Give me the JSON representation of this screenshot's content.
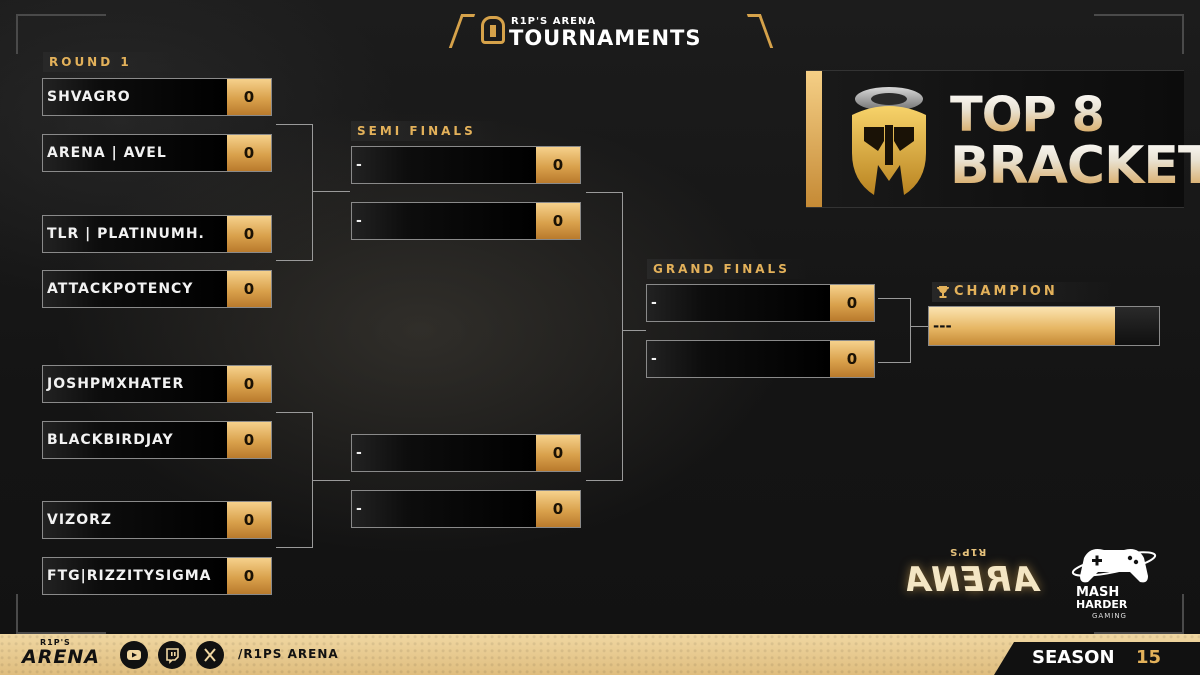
{
  "header": {
    "sub": "R1P'S ARENA",
    "title": "TOURNAMENTS"
  },
  "rounds": {
    "round1": "ROUND 1",
    "semis": "SEMI FINALS",
    "grand": "GRAND FINALS",
    "champion": "CHAMPION"
  },
  "round1": [
    {
      "name": "SHVAGRO",
      "score": "0"
    },
    {
      "name": "ARENA | AVEL",
      "score": "0"
    },
    {
      "name": "TLR | PLATINUMH.",
      "score": "0"
    },
    {
      "name": "ATTACKPOTENCY",
      "score": "0"
    },
    {
      "name": "JOSHPMXHATER",
      "score": "0"
    },
    {
      "name": "BLACKBIRDJAY",
      "score": "0"
    },
    {
      "name": "VIZORZ",
      "score": "0"
    },
    {
      "name": "FTG|RIZZITYSIGMA",
      "score": "0"
    }
  ],
  "semis": [
    {
      "name": "-",
      "score": "0"
    },
    {
      "name": "-",
      "score": "0"
    },
    {
      "name": "-",
      "score": "0"
    },
    {
      "name": "-",
      "score": "0"
    }
  ],
  "grand": [
    {
      "name": "-",
      "score": "0"
    },
    {
      "name": "-",
      "score": "0"
    }
  ],
  "champion": {
    "name": "---"
  },
  "top8": {
    "line1": "TOP 8",
    "line2": "BRACKET"
  },
  "brand": {
    "arena_small": "R1P'S",
    "arena_big": "ARENA",
    "mash1": "MASH",
    "mash2": "HARDER",
    "mash3": "GAMING"
  },
  "footer": {
    "logo_small": "R1P'S",
    "logo_big": "ARENA",
    "socials": [
      "youtube-icon",
      "twitch-icon",
      "x-icon"
    ],
    "handle": "/R1PS ARENA",
    "season_label": "SEASON",
    "season_num": "15"
  },
  "colors": {
    "gold": "#e3b15a",
    "gold_light": "#f6d18c",
    "dark": "#050505"
  }
}
